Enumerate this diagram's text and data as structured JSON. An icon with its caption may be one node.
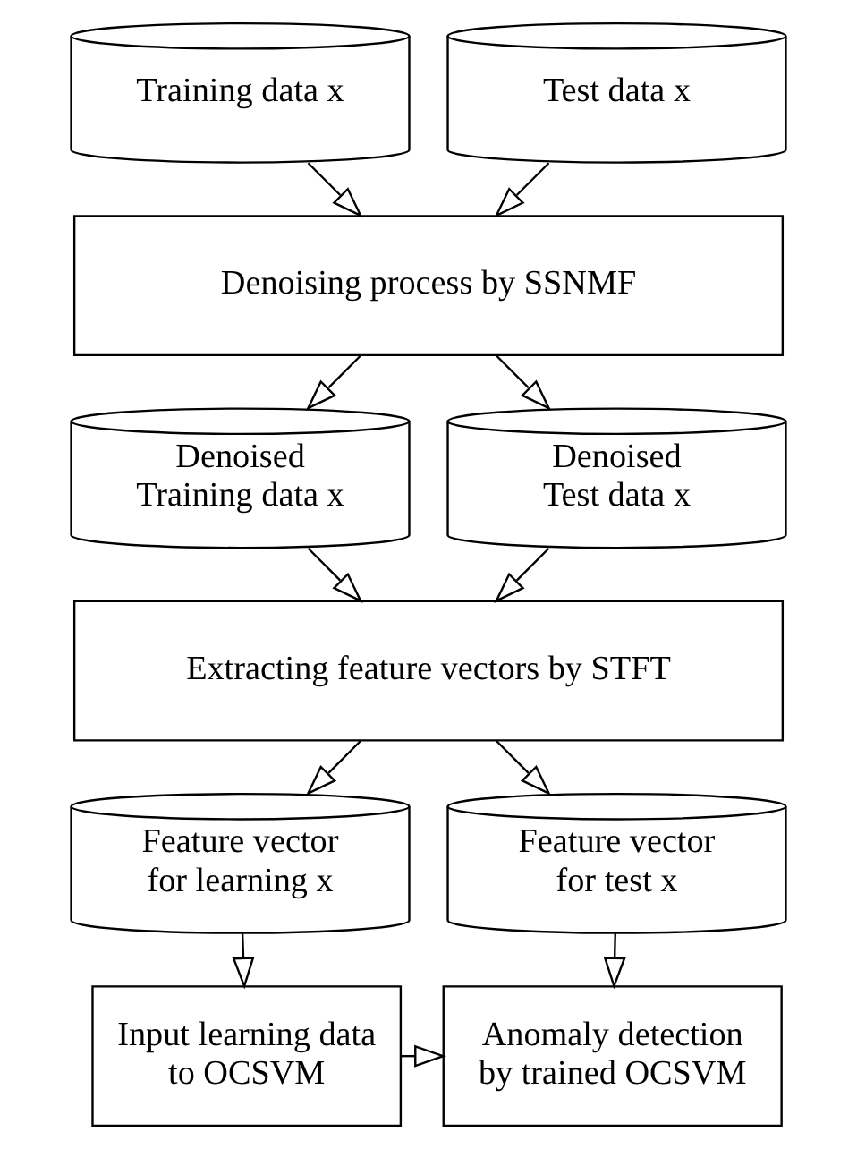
{
  "diagram": {
    "nodes": [
      {
        "text": [
          "Training data x"
        ]
      },
      {
        "text": [
          "Test data x"
        ]
      },
      {
        "text": [
          "Denoising process by SSNMF"
        ]
      },
      {
        "text": [
          "Denoised Training data x"
        ]
      },
      {
        "text": [
          "Denoised Test data x"
        ]
      },
      {
        "text": [
          "Extracting feature vectors by STFT"
        ]
      },
      {
        "text": [
          "Feature vector for learning x"
        ]
      },
      {
        "text": [
          "Feature vector for test x"
        ]
      },
      {
        "text": [
          "Input learning data to OCSVM"
        ]
      },
      {
        "text": [
          "Anomaly detection by trained OCSVM"
        ]
      }
    ],
    "edges": [
      {
        "from": 0,
        "to": 2,
        "arrow": "to"
      },
      {
        "from": 1,
        "to": 2,
        "arrow": "to"
      },
      {
        "from": 2,
        "to": 3,
        "arrow": "to"
      },
      {
        "from": 2,
        "to": 4,
        "arrow": "to"
      },
      {
        "from": 3,
        "to": 5,
        "arrow": "to"
      },
      {
        "from": 4,
        "to": 5,
        "arrow": "to"
      },
      {
        "from": 5,
        "to": 6,
        "arrow": "to"
      },
      {
        "from": 5,
        "to": 7,
        "arrow": "to"
      },
      {
        "from": 6,
        "to": 8,
        "arrow": "to"
      },
      {
        "from": 7,
        "to": 9,
        "arrow": "to"
      },
      {
        "from": 8,
        "to": 9,
        "arrow": "to"
      }
    ]
  }
}
